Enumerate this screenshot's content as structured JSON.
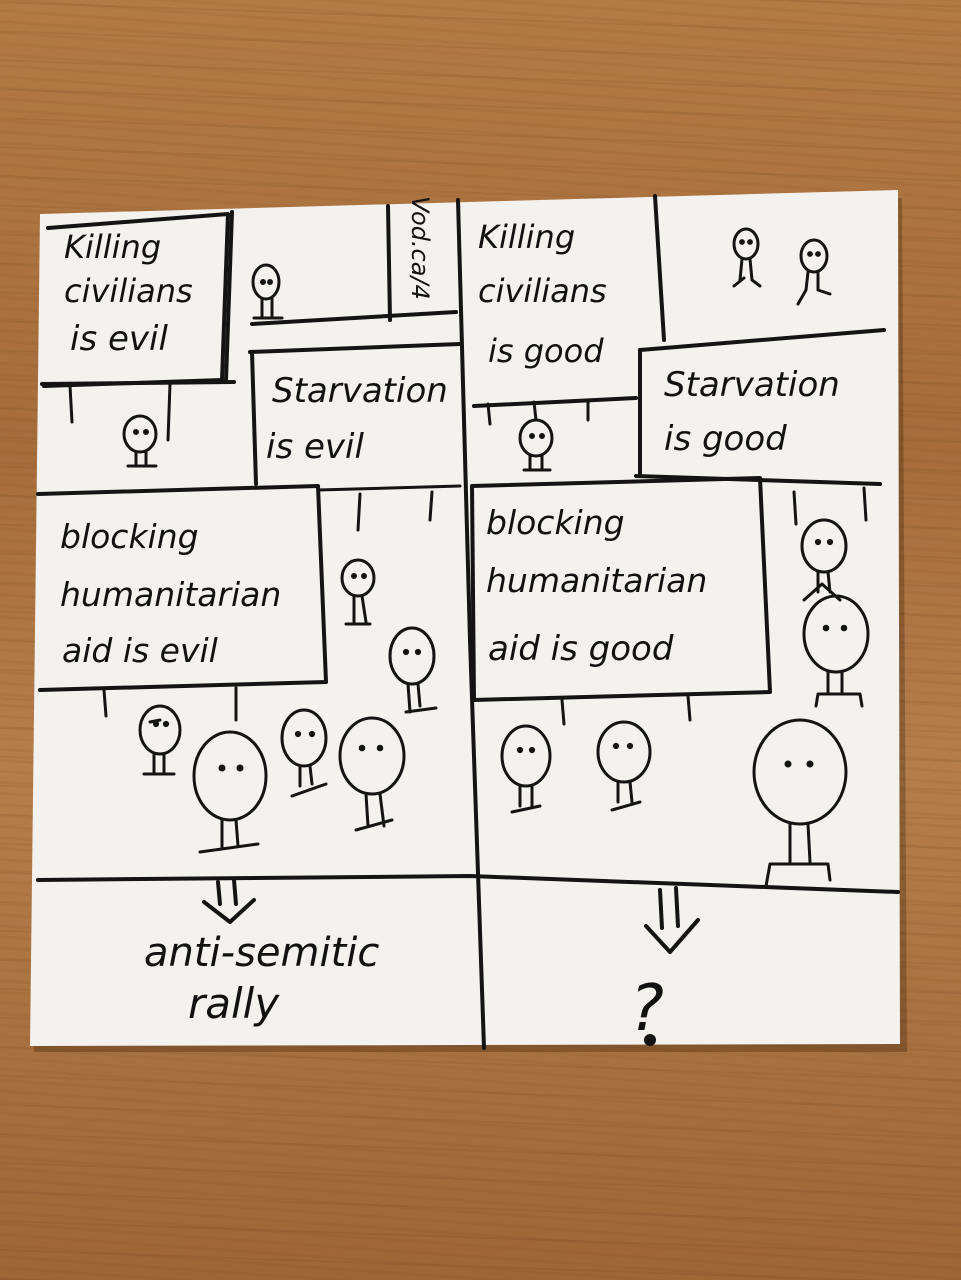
{
  "watermark": "Vod.ca/4",
  "left": {
    "sign1": [
      "Killing",
      "civilians",
      "is evil"
    ],
    "sign2": [
      "Starvation",
      "is evil"
    ],
    "sign3": [
      "blocking",
      "humanitarian",
      "aid is evil"
    ],
    "result": [
      "anti-semitic",
      "rally"
    ]
  },
  "right": {
    "sign1": [
      "Killing",
      "civilians",
      "is good"
    ],
    "sign2": [
      "Starvation",
      "is good"
    ],
    "sign3": [
      "blocking",
      "humanitarian",
      "aid is good"
    ],
    "result": [
      "?"
    ]
  },
  "colors": {
    "ink": "#141414",
    "paper": "#f3f2ee",
    "wood": "#a66d3b"
  }
}
